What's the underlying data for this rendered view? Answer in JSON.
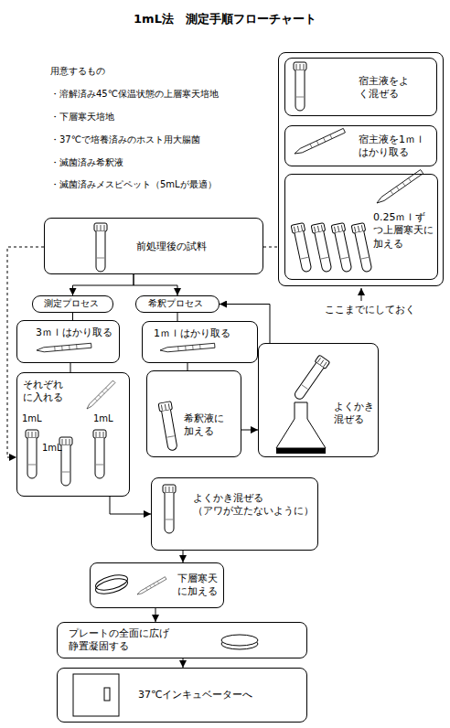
{
  "diagram": {
    "title": "1mL法　測定手順フローチャート",
    "nodes": [
      {
        "text": [
          "ここまでにしておく"
        ]
      },
      {
        "text": [
          "宿主液をよく混ぜる"
        ],
        "in": 0
      },
      {
        "text": [
          "宿主液を1ｍｌはかり取る"
        ],
        "in": 0
      },
      {
        "text": [
          "0.25ｍｌずつ上層寒天に加える"
        ],
        "in": 0
      },
      {
        "text": [
          "前処理後の試料"
        ]
      },
      {
        "text": [
          "測定プロセス"
        ]
      },
      {
        "text": [
          "希釈プロセス"
        ]
      },
      {
        "text": [
          "3ｍｌはかり取る"
        ]
      },
      {
        "text": [
          "1ｍｌはかり取る"
        ]
      },
      {
        "text": [
          "それぞれに入れる"
        ]
      },
      {
        "text": [
          "希釈液に加える"
        ]
      },
      {
        "text": [
          "よくかき混ぜる"
        ]
      },
      {
        "text": [
          "よくかき混ぜる",
          "（アワが立たないように）"
        ]
      },
      {
        "text": [
          "下層寒天に加える"
        ]
      },
      {
        "text": [
          "プレートの全面に広げ静置凝固する"
        ]
      },
      {
        "text": [
          "37℃インキュベーターへ"
        ]
      }
    ],
    "edges": [
      {
        "from": 4,
        "to": 5,
        "arrow": "to"
      },
      {
        "from": 4,
        "to": 6,
        "arrow": "to"
      },
      {
        "from": 11,
        "to": 6,
        "arrow": "to"
      },
      {
        "from": 5,
        "to": 7,
        "arrow": "none"
      },
      {
        "from": 6,
        "to": 8,
        "arrow": "none"
      },
      {
        "from": 7,
        "to": 9,
        "arrow": "none"
      },
      {
        "from": 8,
        "to": 10,
        "arrow": "none"
      },
      {
        "from": 10,
        "to": 11,
        "arrow": "to"
      },
      {
        "from": 9,
        "to": 12,
        "arrow": "to"
      },
      {
        "from": 12,
        "to": 13,
        "arrow": "to"
      },
      {
        "from": 13,
        "to": 14,
        "arrow": "to"
      },
      {
        "from": 14,
        "to": 15,
        "arrow": "to"
      },
      {
        "from": 4,
        "to": 9,
        "arrow": "to"
      },
      {
        "from": 4,
        "to": 0,
        "arrow": "none"
      }
    ],
    "labels": [
      "用意するもの",
      "・溶解済み45℃保温状態の上層寒天培地",
      "・下層寒天培地",
      "・37℃で培養済みのホスト用大腸菌",
      "・滅菌済み希釈液",
      "・滅菌済みメスピペット（5mLが最適）",
      "1mL",
      "1mL",
      "1mL"
    ]
  }
}
